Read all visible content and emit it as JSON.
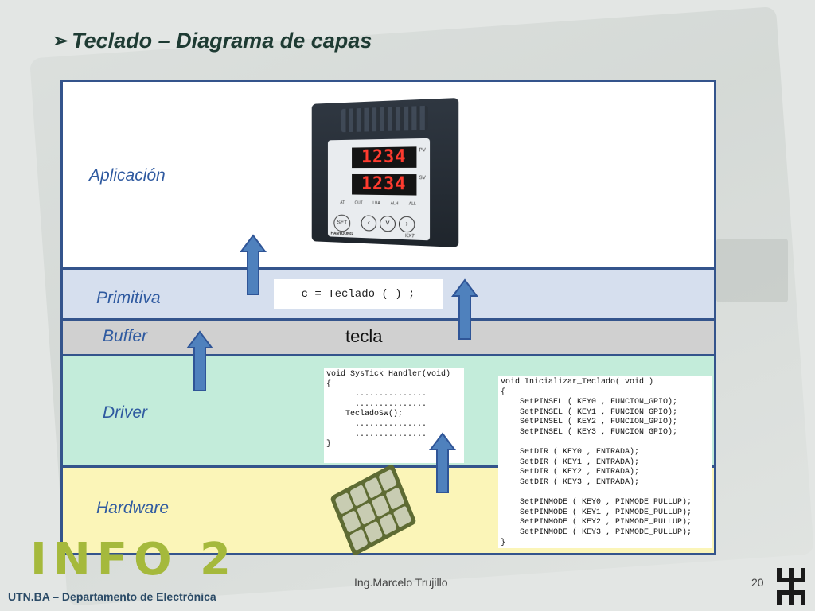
{
  "slide": {
    "title": "Teclado – Diagrama de capas",
    "bullet_glyph": "➢"
  },
  "layers": {
    "application": "Aplicación",
    "primitive": "Primitiva",
    "buffer": "Buffer",
    "driver": "Driver",
    "hardware": "Hardware"
  },
  "buffer_content": "tecla",
  "primitive_code": "c = Teclado ( ) ;",
  "systick_code": "void SysTick_Handler(void)\n{\n      ...............\n      ...............\n    TecladoSW();\n      ...............\n      ...............\n}",
  "init_code": "void Inicializar_Teclado( void )\n{\n    SetPINSEL ( KEY0 , FUNCION_GPIO);\n    SetPINSEL ( KEY1 , FUNCION_GPIO);\n    SetPINSEL ( KEY2 , FUNCION_GPIO);\n    SetPINSEL ( KEY3 , FUNCION_GPIO);\n\n    SetDIR ( KEY0 , ENTRADA);\n    SetDIR ( KEY1 , ENTRADA);\n    SetDIR ( KEY2 , ENTRADA);\n    SetDIR ( KEY3 , ENTRADA);\n\n    SetPINMODE ( KEY0 , PINMODE_PULLUP);\n    SetPINMODE ( KEY1 , PINMODE_PULLUP);\n    SetPINMODE ( KEY2 , PINMODE_PULLUP);\n    SetPINMODE ( KEY3 , PINMODE_PULLUP);\n}",
  "device": {
    "pv_value": "1234",
    "sv_value": "1234",
    "pv_tag": "PV",
    "sv_tag": "SV",
    "leds": [
      "AT",
      "OUT",
      "LBA",
      "ALH",
      "ALL"
    ],
    "set_label": "SET",
    "brand": "HANYOUNG",
    "model": "KX7"
  },
  "footer": {
    "author": "Ing.Marcelo Trujillo",
    "page": "20",
    "logo_text": "INFO 2",
    "department": "UTN.BA – Departamento de Electrónica"
  },
  "colors": {
    "layer_border": "#34548c",
    "label_text": "#2f5aa0",
    "arrow_fill": "#4f81bd",
    "application_bg": "#ffffff",
    "primitive_bg": "#d6dfee",
    "buffer_bg": "#d0d0d0",
    "driver_bg": "#c3ecda",
    "hardware_bg": "#fbf5b8",
    "logo_color": "#a5b93c"
  }
}
